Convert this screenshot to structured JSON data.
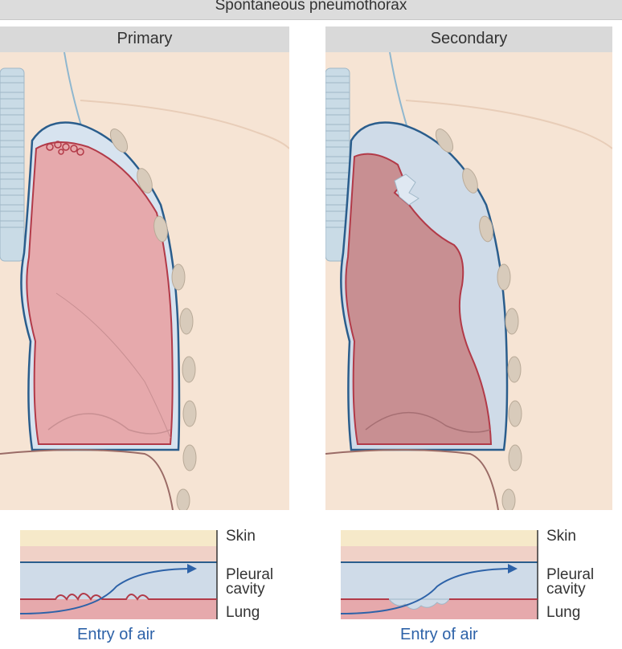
{
  "title": "Spontaneous pneumothorax",
  "panels": [
    {
      "label": "Primary"
    },
    {
      "label": "Secondary"
    }
  ],
  "legend": {
    "skin": "Skin",
    "pleural_line1": "Pleural",
    "pleural_line2": "cavity",
    "lung": "Lung",
    "entry": "Entry of air"
  },
  "colors": {
    "skin": "#f6e4d4",
    "lung": "#e6a9ac",
    "lung_dark": "#c88f92",
    "lung_outline": "#b23a48",
    "pleura_outline": "#2a5d8c",
    "air": "#cfdbe8",
    "trachea": "#c9dbe6",
    "rib": "#d8cbbb",
    "arrow": "#2d62a8"
  }
}
